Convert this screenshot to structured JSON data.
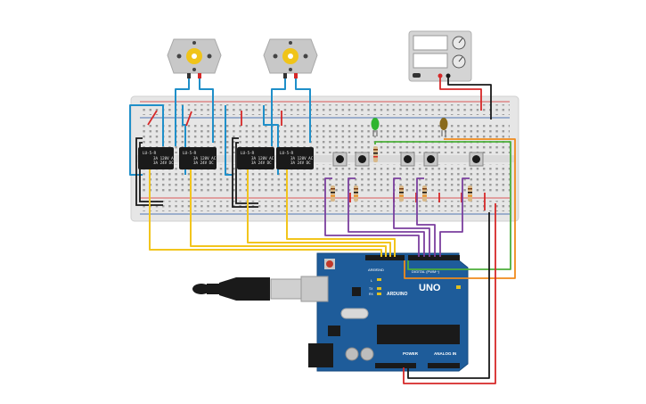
{
  "relay_labels": {
    "model": "LU-5-R",
    "line1": "3A 120V AC",
    "line2": "3A 24V DC"
  },
  "arduino": {
    "brand": "ARDUINO",
    "model": "UNO",
    "digital_label": "DIGITAL (PWM~)",
    "power_label": "POWER",
    "analog_label": "ANALOG IN",
    "aref_label": "AREF",
    "gnd_label": "GND",
    "tx_label": "TX",
    "rx_label": "RX",
    "l_label": "L"
  },
  "colors": {
    "breadboard": "#e6e6e6",
    "arduino": "#1e5c9a",
    "wire_blue": "#1f8fc9",
    "wire_yellow": "#f2c51d",
    "wire_purple": "#7b3f9e",
    "wire_red": "#d62828",
    "wire_black": "#1a1a1a",
    "wire_green": "#4caf3a",
    "wire_orange": "#f08a1c",
    "led_green": "#2fb52f",
    "led_brown": "#8a6a1a"
  },
  "icons": {
    "motor": "dc-motor-icon",
    "power_supply": "power-supply-icon",
    "usb": "usb-cable-icon",
    "relay": "relay-icon",
    "button": "pushbutton-icon",
    "resistor": "resistor-icon",
    "led": "led-icon"
  }
}
